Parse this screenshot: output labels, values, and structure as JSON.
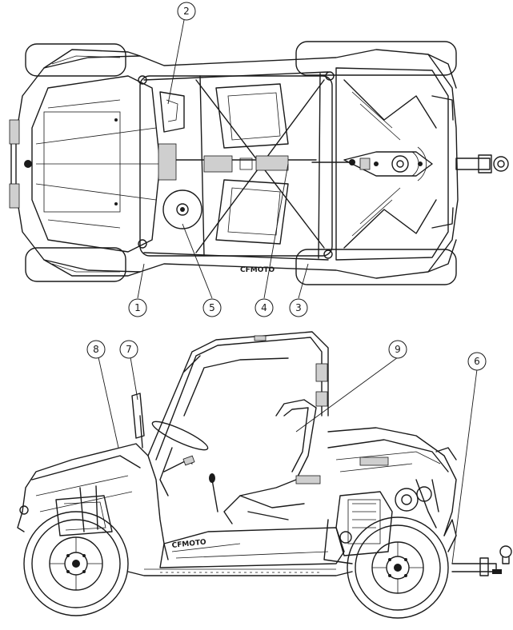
{
  "callouts": [
    {
      "id": "1",
      "label": "1"
    },
    {
      "id": "2",
      "label": "2"
    },
    {
      "id": "3",
      "label": "3"
    },
    {
      "id": "4",
      "label": "4"
    },
    {
      "id": "5",
      "label": "5"
    },
    {
      "id": "6",
      "label": "6"
    },
    {
      "id": "7",
      "label": "7"
    },
    {
      "id": "8",
      "label": "8"
    },
    {
      "id": "9",
      "label": "9"
    }
  ],
  "side_view": {
    "brand_text": "CFMOTO"
  },
  "colors": {
    "ink": "#1a1a1a",
    "background": "#ffffff"
  }
}
